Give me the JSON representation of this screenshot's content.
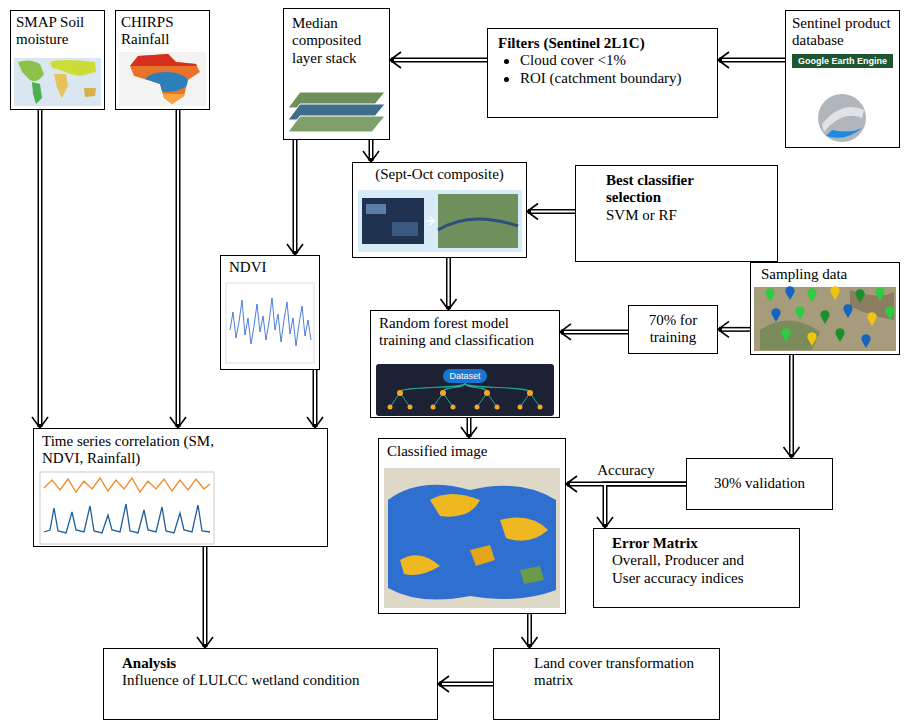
{
  "diagram": {
    "nodes": [
      {
        "text": [
          "SMAP Soil moisture"
        ]
      },
      {
        "text": [
          "CHIRPS Rainfall"
        ]
      },
      {
        "text": [
          "Median composited layer stack"
        ]
      },
      {
        "text": [
          "Filters (Sentinel 2L1C)",
          "Cloud cover <1%",
          "ROI (catchment boundary)"
        ]
      },
      {
        "text": [
          "Sentinel product database",
          "Google Earth Engine"
        ]
      },
      {
        "text": [
          "(Sept-Oct composite)"
        ]
      },
      {
        "text": [
          "Best classifier selection",
          "SVM or RF"
        ]
      },
      {
        "text": [
          "NDVI"
        ]
      },
      {
        "text": [
          "Sampling data"
        ]
      },
      {
        "text": [
          "Random forest model training and classification",
          "Dataset"
        ]
      },
      {
        "text": [
          "70% for training"
        ]
      },
      {
        "text": [
          "Time series correlation (SM, NDVI, Rainfall)"
        ]
      },
      {
        "text": [
          "Classified image"
        ]
      },
      {
        "text": [
          "30% validation"
        ]
      },
      {
        "text": [
          "Error Matrix",
          "Overall, Producer and User accuracy indices"
        ]
      },
      {
        "text": [
          "Analysis",
          "Influence of LULCC wetland condition"
        ]
      },
      {
        "text": [
          "Land cover transformation matrix"
        ]
      }
    ],
    "edges": [
      {
        "from": 4,
        "to": 3,
        "arrow": "to"
      },
      {
        "from": 3,
        "to": 2,
        "arrow": "to"
      },
      {
        "from": 0,
        "to": 11,
        "arrow": "to"
      },
      {
        "from": 1,
        "to": 11,
        "arrow": "to"
      },
      {
        "from": 2,
        "to": 7,
        "arrow": "to"
      },
      {
        "from": 2,
        "to": 5,
        "arrow": "to"
      },
      {
        "from": 6,
        "to": 5,
        "arrow": "to"
      },
      {
        "from": 7,
        "to": 11,
        "arrow": "to"
      },
      {
        "from": 5,
        "to": 9,
        "arrow": "to"
      },
      {
        "from": 8,
        "to": 10,
        "arrow": "to"
      },
      {
        "from": 10,
        "to": 9,
        "arrow": "to"
      },
      {
        "from": 8,
        "to": 13,
        "arrow": "to"
      },
      {
        "from": 13,
        "to": 12,
        "label": "Accuracy",
        "arrow": "to"
      },
      {
        "from": 13,
        "to": 14,
        "arrow": "to"
      },
      {
        "from": 9,
        "to": 12,
        "arrow": "to"
      },
      {
        "from": 11,
        "to": 15,
        "arrow": "to"
      },
      {
        "from": 12,
        "to": 16,
        "arrow": "to"
      },
      {
        "from": 16,
        "to": 15,
        "arrow": "to"
      }
    ]
  }
}
